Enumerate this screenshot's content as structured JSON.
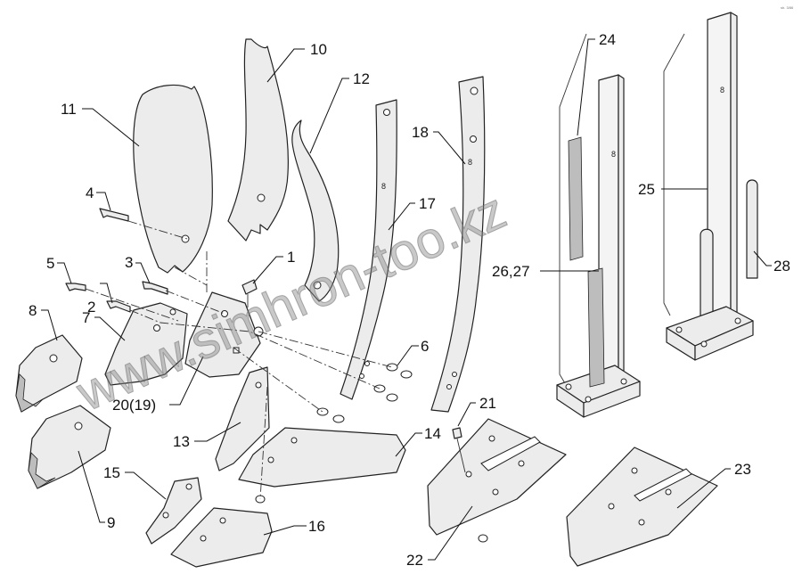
{
  "callouts": {
    "c1": "1",
    "c2": "2",
    "c3": "3",
    "c4": "4",
    "c5": "5",
    "c6": "6",
    "c7": "7",
    "c8": "8",
    "c9": "9",
    "c10": "10",
    "c11": "11",
    "c12": "12",
    "c13": "13",
    "c14": "14",
    "c15": "15",
    "c16": "16",
    "c17": "17",
    "c18": "18",
    "c20": "20(19)",
    "c21": "21",
    "c22": "22",
    "c23": "23",
    "c24": "24",
    "c25": "25",
    "c26": "26,27",
    "c28": "28"
  },
  "watermark": "www.simhron-too.kz",
  "corner_mark": "sh. 3/86"
}
